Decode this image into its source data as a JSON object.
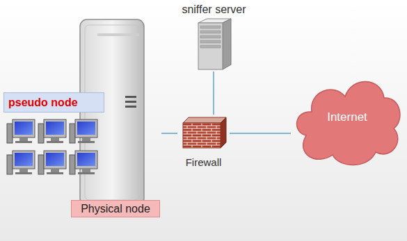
{
  "diagram": {
    "nodes": [
      {
        "text": [
          "Physical node"
        ]
      },
      {
        "text": [
          "pseudo node"
        ]
      },
      {
        "text": [
          "sniffer server"
        ]
      },
      {
        "text": [
          "Firewall"
        ]
      },
      {
        "text": [
          "Internet"
        ]
      }
    ],
    "edges": [
      {
        "from": 0,
        "to": 3,
        "arrow": "none"
      },
      {
        "from": 2,
        "to": 3,
        "arrow": "none"
      },
      {
        "from": 3,
        "to": 4,
        "arrow": "none"
      }
    ]
  }
}
